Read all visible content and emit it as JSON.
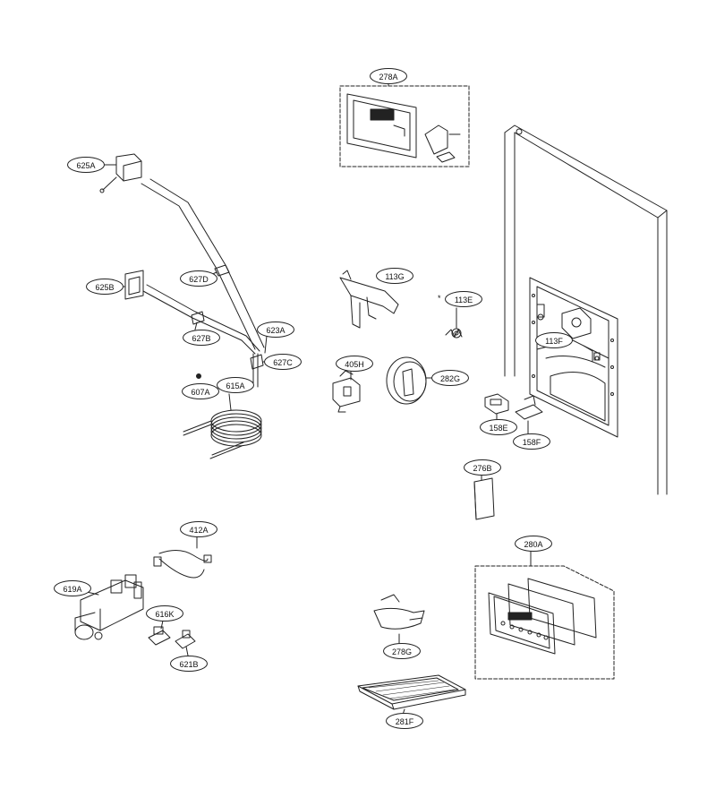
{
  "parts": [
    {
      "id": "p278A",
      "label": "278A"
    },
    {
      "id": "p625A",
      "label": "625A"
    },
    {
      "id": "p625B",
      "label": "625B"
    },
    {
      "id": "p627D",
      "label": "627D"
    },
    {
      "id": "p627B",
      "label": "627B"
    },
    {
      "id": "p623A",
      "label": "623A"
    },
    {
      "id": "p627C",
      "label": "627C"
    },
    {
      "id": "p607A",
      "label": "607A"
    },
    {
      "id": "p615A",
      "label": "615A"
    },
    {
      "id": "p113G",
      "label": "113G"
    },
    {
      "id": "p113E",
      "label": "113E"
    },
    {
      "id": "p405H",
      "label": "405H"
    },
    {
      "id": "p282G",
      "label": "282G"
    },
    {
      "id": "p113F",
      "label": "113F"
    },
    {
      "id": "p158E",
      "label": "158E"
    },
    {
      "id": "p158F",
      "label": "158F"
    },
    {
      "id": "p276B",
      "label": "276B"
    },
    {
      "id": "p280A",
      "label": "280A"
    },
    {
      "id": "p412A",
      "label": "412A"
    },
    {
      "id": "p619A",
      "label": "619A"
    },
    {
      "id": "p616K",
      "label": "616K"
    },
    {
      "id": "p621B",
      "label": "621B"
    },
    {
      "id": "p278G",
      "label": "278G"
    },
    {
      "id": "p281F",
      "label": "281F"
    }
  ],
  "notes": {
    "asterisk": "*"
  }
}
